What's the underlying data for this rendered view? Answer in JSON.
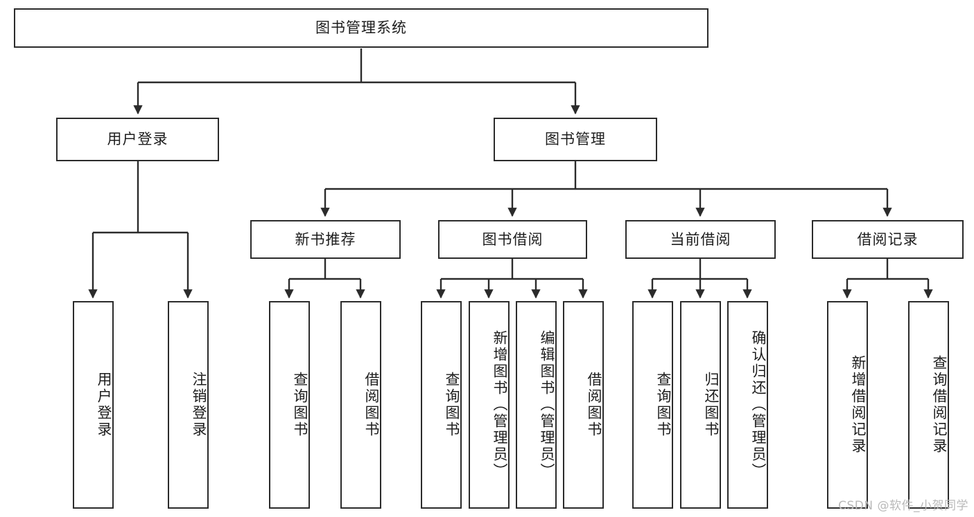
{
  "diagram": {
    "title": "图书管理系统",
    "type": "tree",
    "orientation": "top-down",
    "colors": {
      "box_border": "#2b2b2b",
      "box_fill": "#ffffff",
      "line": "#2b2b2b",
      "text": "#1d1d1d",
      "watermark": "#b9b9b9"
    },
    "root": {
      "label": "图书管理系统"
    },
    "level2": [
      {
        "id": "user-login",
        "label": "用户登录"
      },
      {
        "id": "book-manage",
        "label": "图书管理"
      }
    ],
    "level3": [
      {
        "id": "new-book-recommend",
        "label": "新书推荐",
        "parent": "book-manage"
      },
      {
        "id": "book-borrow",
        "label": "图书借阅",
        "parent": "book-manage"
      },
      {
        "id": "current-borrow",
        "label": "当前借阅",
        "parent": "book-manage"
      },
      {
        "id": "borrow-record",
        "label": "借阅记录",
        "parent": "book-manage"
      }
    ],
    "leaves": {
      "user_login": [
        {
          "id": "leaf-user-login",
          "label": "用户登录"
        },
        {
          "id": "leaf-logout-login",
          "label": "注销登录"
        }
      ],
      "new_book_recommend": [
        {
          "id": "leaf-query-book-1",
          "label": "查询图书"
        },
        {
          "id": "leaf-borrow-book-1",
          "label": "借阅图书"
        }
      ],
      "book_borrow": [
        {
          "id": "leaf-query-book-2",
          "label": "查询图书"
        },
        {
          "id": "leaf-add-book",
          "label": "新增图书（管理员）"
        },
        {
          "id": "leaf-edit-book",
          "label": "编辑图书（管理员）"
        },
        {
          "id": "leaf-borrow-book-2",
          "label": "借阅图书"
        }
      ],
      "current_borrow": [
        {
          "id": "leaf-query-book-3",
          "label": "查询图书"
        },
        {
          "id": "leaf-return-book",
          "label": "归还图书"
        },
        {
          "id": "leaf-confirm-return",
          "label": "确认归还（管理员）"
        }
      ],
      "borrow_record": [
        {
          "id": "leaf-add-record",
          "label": "新增借阅记录"
        },
        {
          "id": "leaf-query-record",
          "label": "查询借阅记录"
        }
      ]
    },
    "watermark": "CSDN @软件_小贺同学"
  }
}
